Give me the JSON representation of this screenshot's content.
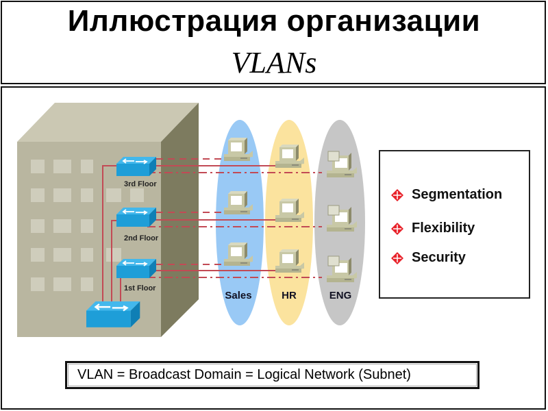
{
  "header": {
    "title": "Иллюстрация организации",
    "subtitle": "VLANs"
  },
  "diagram": {
    "floors": [
      {
        "label": "3rd Floor"
      },
      {
        "label": "2nd Floor"
      },
      {
        "label": "1st Floor"
      }
    ],
    "groups": [
      {
        "label": "Sales",
        "color": "#99c9f5",
        "line_style": "dashed"
      },
      {
        "label": "HR",
        "color": "#fbe39e",
        "line_style": "solid"
      },
      {
        "label": "ENG",
        "color": "#c6c6c6",
        "line_style": "dash-dot"
      }
    ],
    "link_color": "#c24a55",
    "switch_color": "#1e9ed8",
    "building_color": "#b9b6a0"
  },
  "features": {
    "bullet_color": "#e8232b",
    "items": [
      {
        "label": "Segmentation"
      },
      {
        "label": "Flexibility"
      },
      {
        "label": "Security"
      }
    ]
  },
  "footer": {
    "equation": "VLAN = Broadcast Domain = Logical Network (Subnet)"
  }
}
